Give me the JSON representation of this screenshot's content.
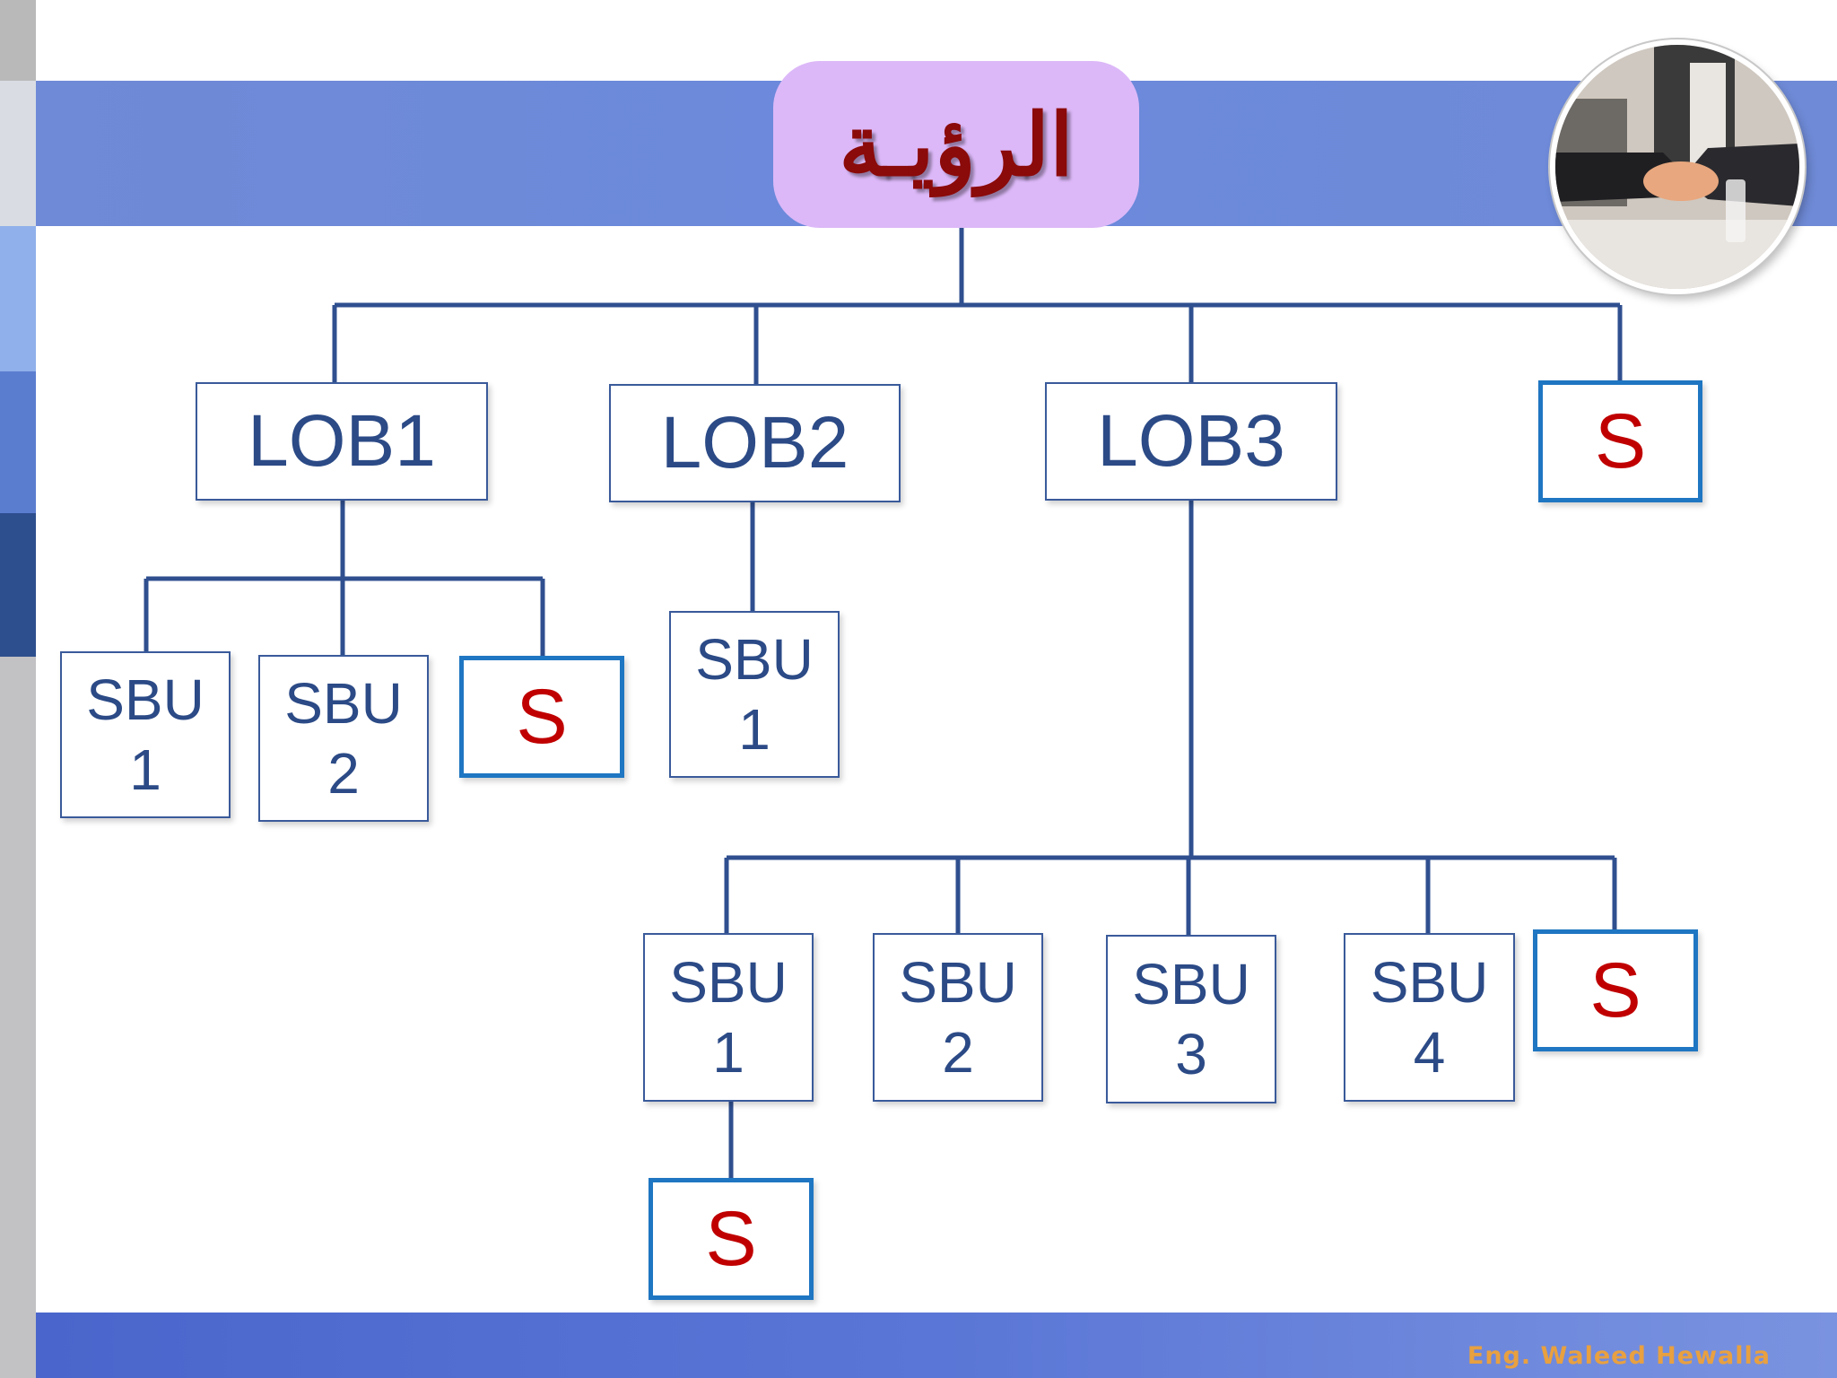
{
  "title": "الرؤيـة",
  "photo": {
    "icon": "handshake-photo"
  },
  "lobs": [
    {
      "id": "lob1",
      "label": "LOB1"
    },
    {
      "id": "lob2",
      "label": "LOB2"
    },
    {
      "id": "lob3",
      "label": "LOB3"
    },
    {
      "id": "top_s",
      "label": "S"
    }
  ],
  "lob1_children": [
    {
      "line1": "SBU",
      "line2": "1"
    },
    {
      "line1": "SBU",
      "line2": "2"
    },
    {
      "label": "S"
    }
  ],
  "lob2_children": [
    {
      "line1": "SBU",
      "line2": "1"
    }
  ],
  "lob3_children": [
    {
      "line1": "SBU",
      "line2": "1"
    },
    {
      "line1": "SBU",
      "line2": "2"
    },
    {
      "line1": "SBU",
      "line2": "3"
    },
    {
      "line1": "SBU",
      "line2": "4"
    },
    {
      "label": "S"
    }
  ],
  "lob3_sbu1_child": {
    "label": "S"
  },
  "footer": {
    "credit": "Eng. Waleed Hewalla"
  },
  "colors": {
    "band": "#6b89dc",
    "title_bg": "#dcb8f8",
    "title_text": "#8b0a0a",
    "node_text": "#2b4a86",
    "node_border": "#3a5a9a",
    "s_border": "#1f76c2",
    "s_text": "#c00000",
    "connector": "#2f4f8f",
    "credit": "#e8a040"
  }
}
